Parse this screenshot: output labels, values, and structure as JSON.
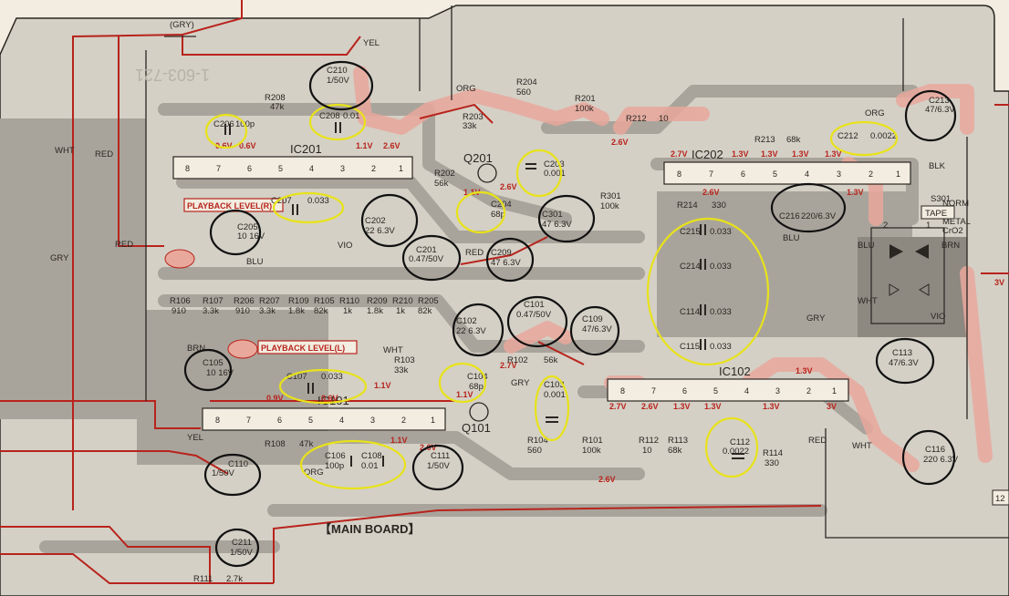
{
  "board": {
    "title": "【MAIN BOARD】",
    "part_number": "1-603-721",
    "corner_code": "12"
  },
  "ics": [
    {
      "id": "ic201",
      "label": "IC201",
      "pins": [
        "8",
        "7",
        "6",
        "5",
        "4",
        "3",
        "2",
        "1"
      ]
    },
    {
      "id": "ic202",
      "label": "IC202",
      "pins": [
        "8",
        "7",
        "6",
        "5",
        "4",
        "3",
        "2",
        "1"
      ]
    },
    {
      "id": "ic101",
      "label": "IC101",
      "pins": [
        "8",
        "7",
        "6",
        "5",
        "4",
        "3",
        "2",
        "1"
      ]
    },
    {
      "id": "ic102",
      "label": "IC102",
      "pins": [
        "8",
        "7",
        "6",
        "5",
        "4",
        "3",
        "2",
        "1"
      ]
    }
  ],
  "transistors": [
    {
      "id": "q201",
      "label": "Q201"
    },
    {
      "id": "q101",
      "label": "Q101"
    }
  ],
  "wire_labels": {
    "gry_top": "(GRY)",
    "yel_top": "YEL",
    "wht_left": "WHT",
    "red_left_top": "RED",
    "red_left_mid": "RED",
    "gry_left": "GRY",
    "blu_left": "BLU",
    "brn_left": "BRN",
    "yel_bottom": "YEL",
    "wht_mid": "WHT",
    "org_top": "ORG",
    "org_right": "ORG",
    "org_bottom": "ORG",
    "red_mid": "RED",
    "vio_mid": "VIO",
    "gry_center": "GRY",
    "gry_right": "GRY",
    "blu_right": "BLU",
    "blk_right": "BLK",
    "red_right": "RED",
    "wht_right": "WHT",
    "blu_switch": "BLU",
    "brn_switch": "BRN",
    "wht_switch": "WHT",
    "vio_switch": "VIO"
  },
  "voltages": {
    "ic201": [
      "0.6V",
      "1.1V",
      "2.6V",
      "0.6V"
    ],
    "ic202": [
      "2.7V",
      "2.6V",
      "1.3V",
      "1.3V",
      "1.3V",
      "1.3V",
      "1.3V"
    ],
    "ic101": [
      "0.9V",
      "0.6V",
      "1.1V"
    ],
    "ic102": [
      "2.7V",
      "2.6V",
      "1.3V",
      "1.3V",
      "1.3V",
      "1.3V",
      "3V"
    ],
    "q201": [
      "1.1V",
      "2.6V",
      "1.1V"
    ],
    "q101": [
      "2.7V",
      "1.1V",
      "2.6V"
    ],
    "misc": [
      "2.6V",
      "2.6V",
      "3V"
    ]
  },
  "playback": {
    "right": "PLAYBACK LEVEL(R)",
    "left": "PLAYBACK LEVEL(L)"
  },
  "switch": {
    "id": "S301",
    "tape": "TAPE",
    "norm": "NORM",
    "metal": "METAL",
    "cro2": "CrO2",
    "pin2": "2",
    "pin1": "1"
  },
  "components": {
    "c210": {
      "ref": "C210",
      "val": "1/50V"
    },
    "r208": {
      "ref": "R208",
      "val": "47k"
    },
    "c208": {
      "ref": "C208",
      "val": "0.01"
    },
    "c206": {
      "ref": "C206",
      "val": "100p"
    },
    "r204": {
      "ref": "R204",
      "val": "560"
    },
    "r201": {
      "ref": "R201",
      "val": "100k"
    },
    "r203": {
      "ref": "R203",
      "val": "33k"
    },
    "r212": {
      "ref": "R212",
      "val": "10"
    },
    "c213": {
      "ref": "C213",
      "val": "47/6.3V"
    },
    "r213": {
      "ref": "R213",
      "val": "68k"
    },
    "c212": {
      "ref": "C212",
      "val": "0.0022"
    },
    "r202": {
      "ref": "R202",
      "val": "56k"
    },
    "c203": {
      "ref": "C203",
      "val": "0.001"
    },
    "c204": {
      "ref": "C204",
      "val": "68p"
    },
    "r301": {
      "ref": "R301",
      "val": "100k"
    },
    "r214": {
      "ref": "R214",
      "val": "330"
    },
    "c216": {
      "ref": "C216",
      "val": "220/6.3V"
    },
    "c207": {
      "ref": "C207",
      "val": "0.033"
    },
    "c205": {
      "ref": "C205",
      "val": "10 16V"
    },
    "c202": {
      "ref": "C202",
      "val": "22 6.3V"
    },
    "c301": {
      "ref": "C301",
      "val": "47 6.3V"
    },
    "c201": {
      "ref": "C201",
      "val": "0.47/50V"
    },
    "c209": {
      "ref": "C209",
      "val": "47 6.3V"
    },
    "c215": {
      "ref": "C215",
      "val": "0.033"
    },
    "c214": {
      "ref": "C214",
      "val": "0.033"
    },
    "c114": {
      "ref": "C114",
      "val": "0.033"
    },
    "c115": {
      "ref": "C115",
      "val": "0.033"
    },
    "r106": {
      "ref": "R106",
      "val": "910"
    },
    "r107": {
      "ref": "R107",
      "val": "3.3k"
    },
    "r206": {
      "ref": "R206",
      "val": "910"
    },
    "r207": {
      "ref": "R207",
      "val": "3.3k"
    },
    "r109": {
      "ref": "R109",
      "val": "1.8k"
    },
    "r105": {
      "ref": "R105",
      "val": "82k"
    },
    "r110": {
      "ref": "R110",
      "val": "1k"
    },
    "r209": {
      "ref": "R209",
      "val": "1.8k"
    },
    "r210": {
      "ref": "R210",
      "val": "1k"
    },
    "r205": {
      "ref": "R205",
      "val": "82k"
    },
    "c101": {
      "ref": "C101",
      "val": "0.47/50V"
    },
    "c102": {
      "ref": "C102",
      "val": "22 6.3V"
    },
    "c109": {
      "ref": "C109",
      "val": "47/6.3V"
    },
    "c113": {
      "ref": "C113",
      "val": "47/6.3V"
    },
    "c105": {
      "ref": "C105",
      "val": "10 16V"
    },
    "c107": {
      "ref": "C107",
      "val": "0.033"
    },
    "r103": {
      "ref": "R103",
      "val": "33k"
    },
    "c104": {
      "ref": "C104",
      "val": "68p"
    },
    "r102": {
      "ref": "R102",
      "val": "56k"
    },
    "c103": {
      "ref": "C103",
      "val": "0.001"
    },
    "r108": {
      "ref": "R108",
      "val": "47k"
    },
    "c106": {
      "ref": "C106",
      "val": "100p"
    },
    "c108": {
      "ref": "C108",
      "val": "0.01"
    },
    "c111": {
      "ref": "C111",
      "val": "1/50V"
    },
    "r104": {
      "ref": "R104",
      "val": "560"
    },
    "r101": {
      "ref": "R101",
      "val": "100k"
    },
    "r112": {
      "ref": "R112",
      "val": "10"
    },
    "r113": {
      "ref": "R113",
      "val": "68k"
    },
    "c112": {
      "ref": "C112",
      "val": "0.0022"
    },
    "r114": {
      "ref": "R114",
      "val": "330"
    },
    "c116": {
      "ref": "C116",
      "val": "220 6.3V"
    },
    "c110": {
      "ref": "C110",
      "val": "1/50V"
    },
    "c211": {
      "ref": "C211",
      "val": "1/50V"
    },
    "r111": {
      "ref": "R111",
      "val": "2.7k"
    }
  },
  "colors": {
    "paper": "#f2ede0",
    "board": "#d4d0c6",
    "copper": "#a9a49b",
    "copper_dark": "#8d8880",
    "red_trace": "#b8231c",
    "red_highlight": "#e9a89c",
    "circle_black": "#111111",
    "circle_yellow": "#e8e21a"
  }
}
